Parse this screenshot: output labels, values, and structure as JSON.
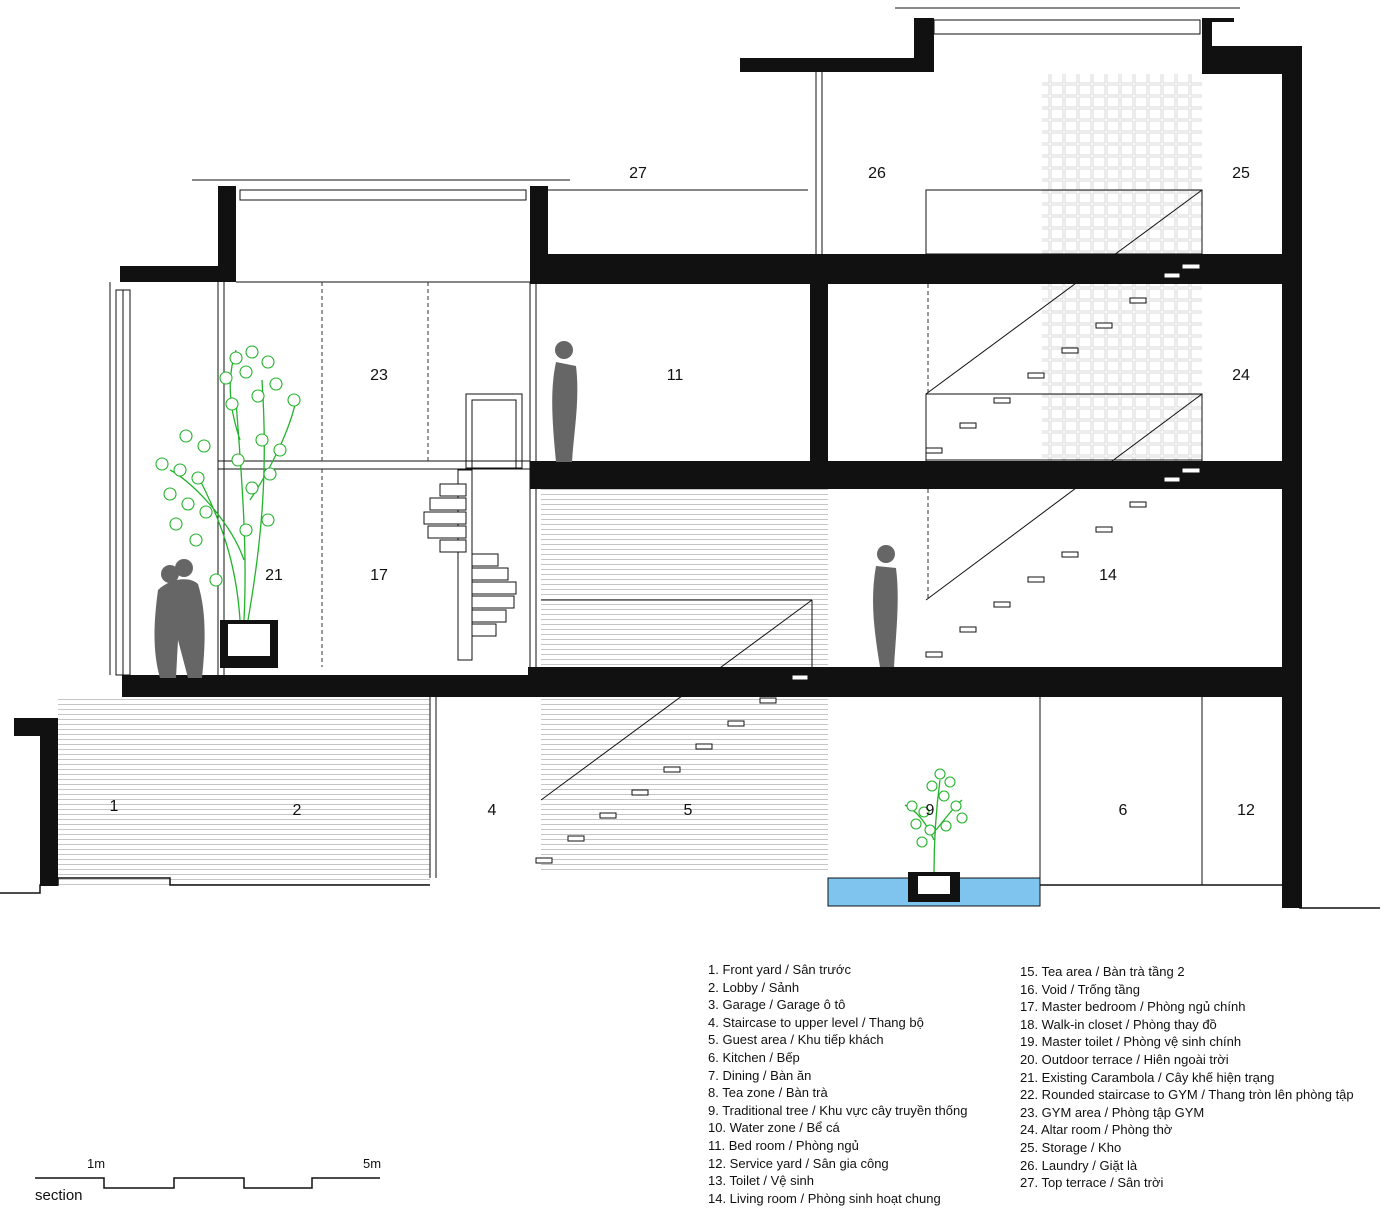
{
  "room_numbers": {
    "r1": "1",
    "r2": "2",
    "r4": "4",
    "r5": "5",
    "r6": "6",
    "r9": "9",
    "r11": "11",
    "r12": "12",
    "r14": "14",
    "r17": "17",
    "r21": "21",
    "r23": "23",
    "r24": "24",
    "r25": "25",
    "r26": "26",
    "r27": "27"
  },
  "legend_left": [
    "1. Front yard / Sân trước",
    "2. Lobby / Sảnh",
    "3. Garage / Garage ô tô",
    "4. Staircase to upper level / Thang bộ",
    "5. Guest area / Khu tiếp khách",
    "6. Kitchen / Bếp",
    "7. Dining / Bàn ăn",
    "8. Tea zone / Bàn trà",
    "9. Traditional tree / Khu vực cây truyền thống",
    "10. Water zone / Bể cá",
    "11. Bed room / Phòng ngủ",
    "12. Service yard / Sân gia công",
    "13. Toilet / Vệ sinh",
    "14. Living room / Phòng sinh hoạt chung"
  ],
  "legend_right": [
    "15. Tea area / Bàn trà tầng 2",
    "16. Void / Trống tầng",
    "17. Master bedroom / Phòng ngủ chính",
    "18. Walk-in closet / Phòng thay đồ",
    "19. Master toilet / Phòng vệ sinh chính",
    "20. Outdoor terrace / Hiên ngoài trời",
    "21. Existing Carambola / Cây khế hiện trạng",
    "22. Rounded staircase to GYM / Thang tròn lên phòng tập",
    "23. GYM area / Phòng tập GYM",
    "24. Altar room / Phòng thờ",
    "25. Storage / Kho",
    "26. Laundry / Giặt là",
    "27. Top terrace / Sân trời"
  ],
  "scale_bar": {
    "start_label": "1m",
    "end_label": "5m",
    "caption": "section"
  },
  "colors": {
    "wall": "#111111",
    "tree": "#22b32a",
    "water": "#7fc4ee",
    "hatch": "#bbbbbb"
  }
}
